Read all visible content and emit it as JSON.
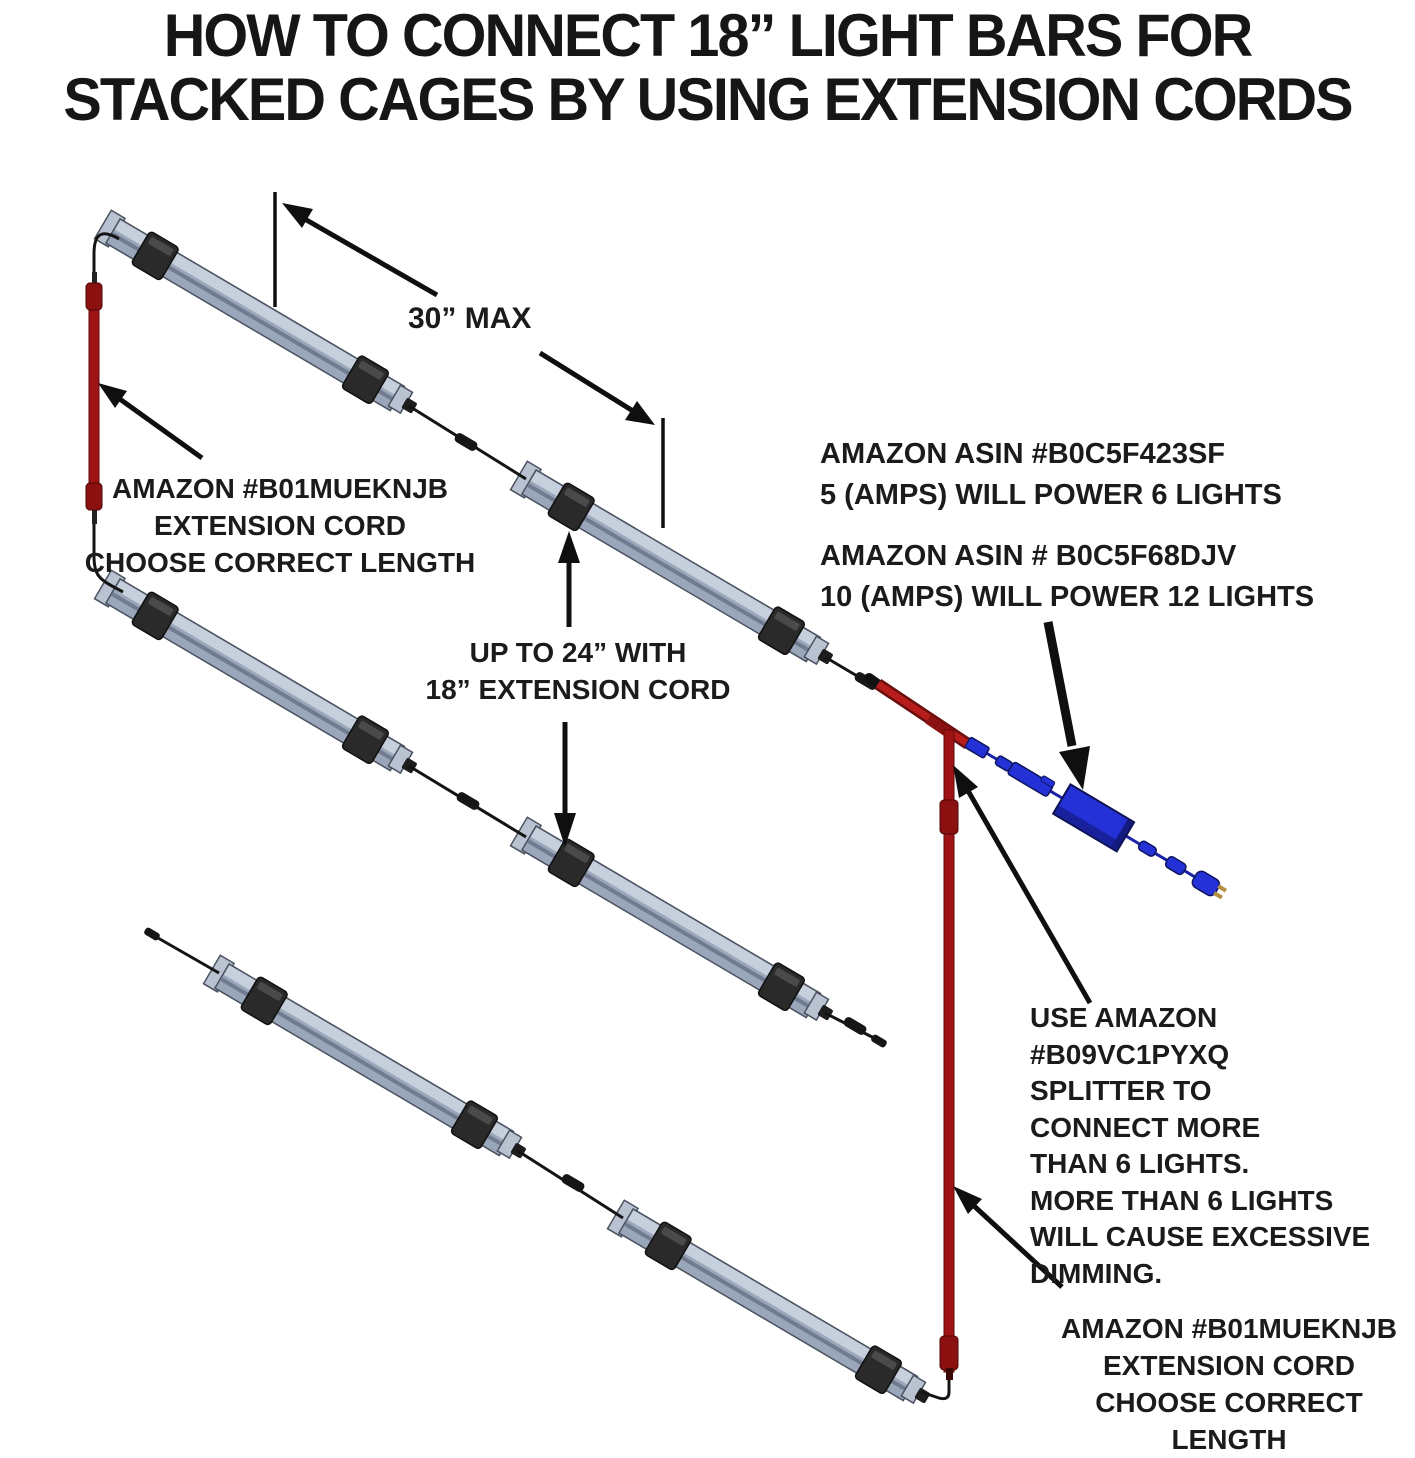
{
  "title": {
    "line1": "HOW TO CONNECT 18” LIGHT BARS FOR",
    "line2": "STACKED CAGES BY USING EXTENSION CORDS"
  },
  "diagram": {
    "labels": {
      "left_cord": [
        "AMAZON #B01MUEKNJB",
        "EXTENSION CORD",
        "CHOOSE CORRECT LENGTH"
      ],
      "max_span": "30” MAX",
      "power_option_1": [
        "AMAZON ASIN #B0C5F423SF",
        "5 (AMPS) WILL POWER 6 LIGHTS"
      ],
      "power_option_2": [
        "AMAZON ASIN # B0C5F68DJV",
        "10 (AMPS) WILL POWER 12 LIGHTS"
      ],
      "gap_note": [
        "UP TO 24” WITH",
        "18” EXTENSION CORD"
      ],
      "splitter_note": [
        "USE AMAZON #B09VC1PYXQ",
        " SPLITTER TO",
        "CONNECT MORE",
        "THAN 6 LIGHTS.",
        "MORE THAN 6 LIGHTS",
        "WILL CAUSE EXCESSIVE",
        "DIMMING."
      ],
      "bottom_cord": [
        "AMAZON #B01MUEKNJB",
        "EXTENSION CORD",
        "CHOOSE CORRECT LENGTH"
      ]
    },
    "colors": {
      "extension_cord_red": "#9e1313",
      "extension_cord_dark": "#8b1010",
      "power_adapter_blue": "#2431d6",
      "light_bar_gray": "#9aa6ba",
      "clip_black": "#2a2a2a",
      "arrow_black": "#0f0f0f"
    },
    "parts": {
      "light_bar_count": "6",
      "bar_label": "18” light bar"
    }
  }
}
